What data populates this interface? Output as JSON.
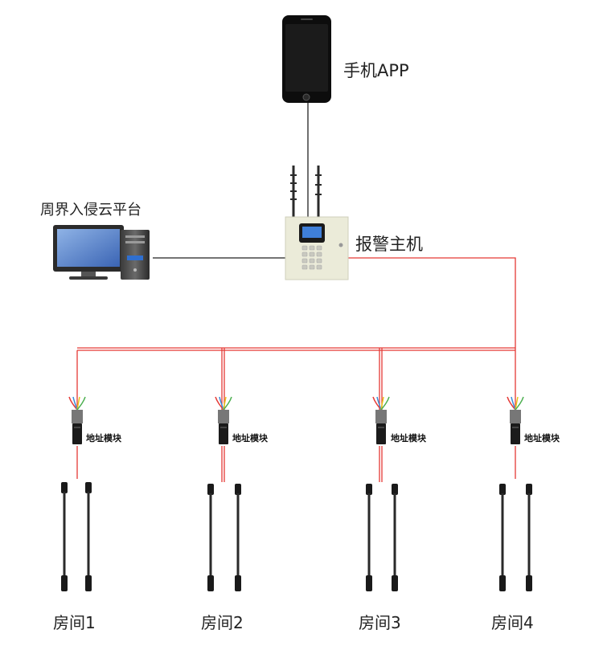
{
  "nodes": {
    "phone_label": "手机APP",
    "platform_label": "周界入侵云平台",
    "host_label": "报警主机"
  },
  "modules": [
    {
      "label": "地址模块"
    },
    {
      "label": "地址模块"
    },
    {
      "label": "地址模块"
    },
    {
      "label": "地址模块"
    }
  ],
  "rooms": [
    {
      "label": "房间1"
    },
    {
      "label": "房间2"
    },
    {
      "label": "房间3"
    },
    {
      "label": "房间4"
    }
  ],
  "colors": {
    "bus_line": "#e53935",
    "link_line": "#222222",
    "beam": "#1a1a1a"
  }
}
